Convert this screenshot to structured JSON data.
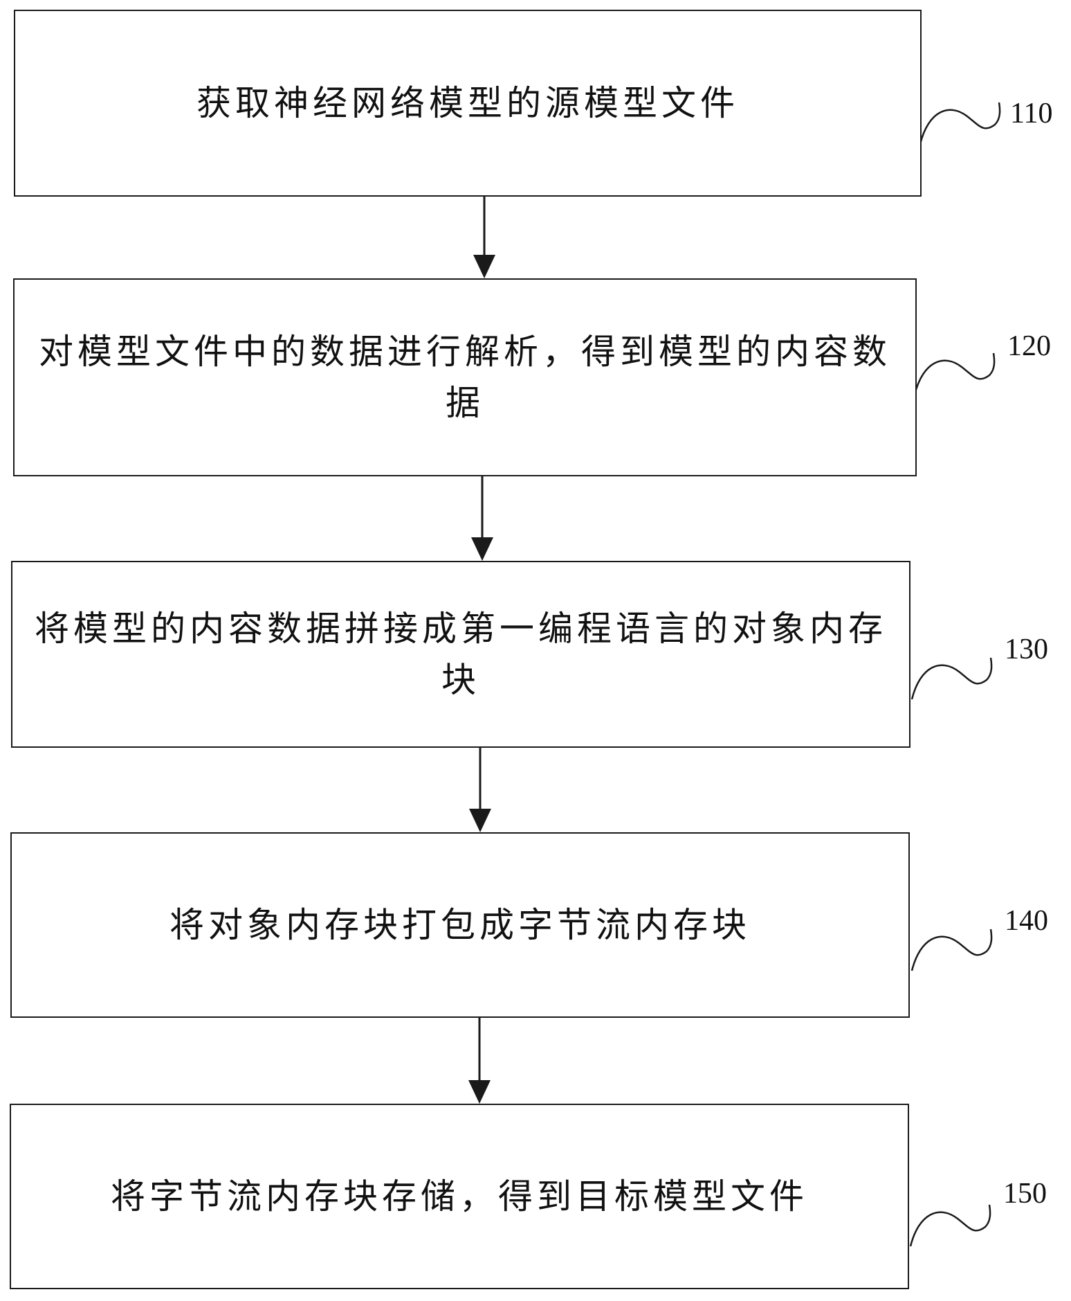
{
  "flowchart": {
    "steps": [
      {
        "id": "110",
        "text": "获取神经网络模型的源模型文件"
      },
      {
        "id": "120",
        "text": "对模型文件中的数据进行解析，得到模型的内容数据"
      },
      {
        "id": "130",
        "text": "将模型的内容数据拼接成第一编程语言的对象内存块"
      },
      {
        "id": "140",
        "text": "将对象内存块打包成字节流内存块"
      },
      {
        "id": "150",
        "text": "将字节流内存块存储，得到目标模型文件"
      }
    ]
  }
}
